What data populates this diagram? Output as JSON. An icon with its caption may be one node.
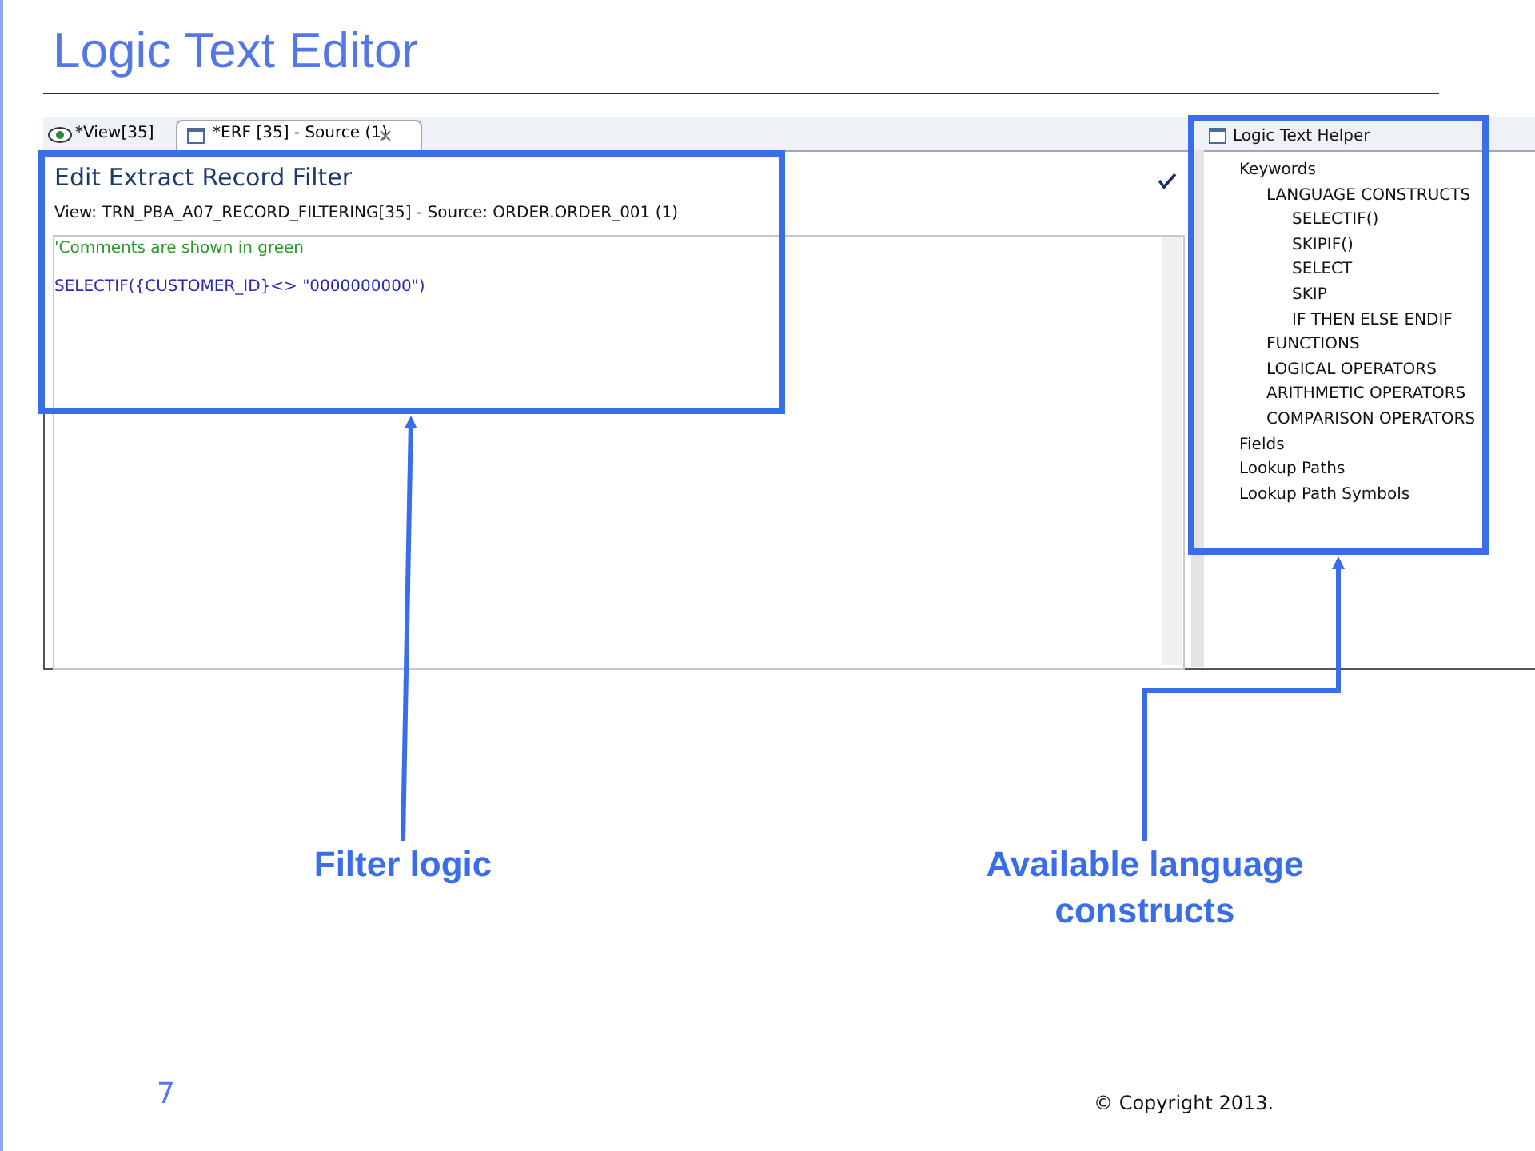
{
  "diagram": {
    "title": "Logic Text Editor",
    "nodes": [
      {
        "text": [
          "Edit Extract Record Filter",
          "View: TRN_PBA_A07_RECORD_FILTERING[35] - Source: ORDER.ORDER_001 (1)",
          "'Comments are shown in green",
          "SELECTIF({CUSTOMER_ID}<> \"0000000000\")"
        ]
      },
      {
        "text": [
          "Logic Text Helper",
          "Keywords",
          "LANGUAGE CONSTRUCTS",
          "SELECTIF()",
          "SKIPIF()",
          "SELECT",
          "SKIP",
          "IF THEN ELSE ENDIF",
          "FUNCTIONS",
          "LOGICAL OPERATORS",
          "ARITHMETIC OPERATORS",
          "COMPARISON OPERATORS",
          "Fields",
          "Lookup Paths",
          "Lookup Path Symbols"
        ]
      },
      {
        "text": [
          "Filter logic"
        ]
      },
      {
        "text": [
          "Available language constructs"
        ]
      }
    ],
    "edges": [
      {
        "from": 2,
        "to": 0,
        "arrow": "to"
      },
      {
        "from": 3,
        "to": 1,
        "arrow": "to"
      }
    ],
    "labels": [
      "*View[35]",
      "*ERF [35] - Source (1)",
      "7",
      "© Copyright 2013."
    ]
  }
}
